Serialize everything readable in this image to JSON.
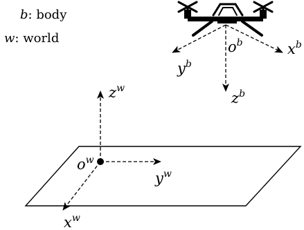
{
  "legend": {
    "body_symbol": "b",
    "body_text": ": body",
    "world_symbol": "w",
    "world_text": ": world"
  },
  "body_frame": {
    "origin": {
      "base": "o",
      "sup": "b"
    },
    "x_axis": {
      "base": "x",
      "sup": "b"
    },
    "y_axis": {
      "base": "y",
      "sup": "b"
    },
    "z_axis": {
      "base": "z",
      "sup": "b"
    }
  },
  "world_frame": {
    "origin": {
      "base": "o",
      "sup": "w"
    },
    "x_axis": {
      "base": "x",
      "sup": "w"
    },
    "y_axis": {
      "base": "y",
      "sup": "w"
    },
    "z_axis": {
      "base": "z",
      "sup": "w"
    }
  },
  "colors": {
    "ink": "#000000",
    "background": "#ffffff"
  }
}
